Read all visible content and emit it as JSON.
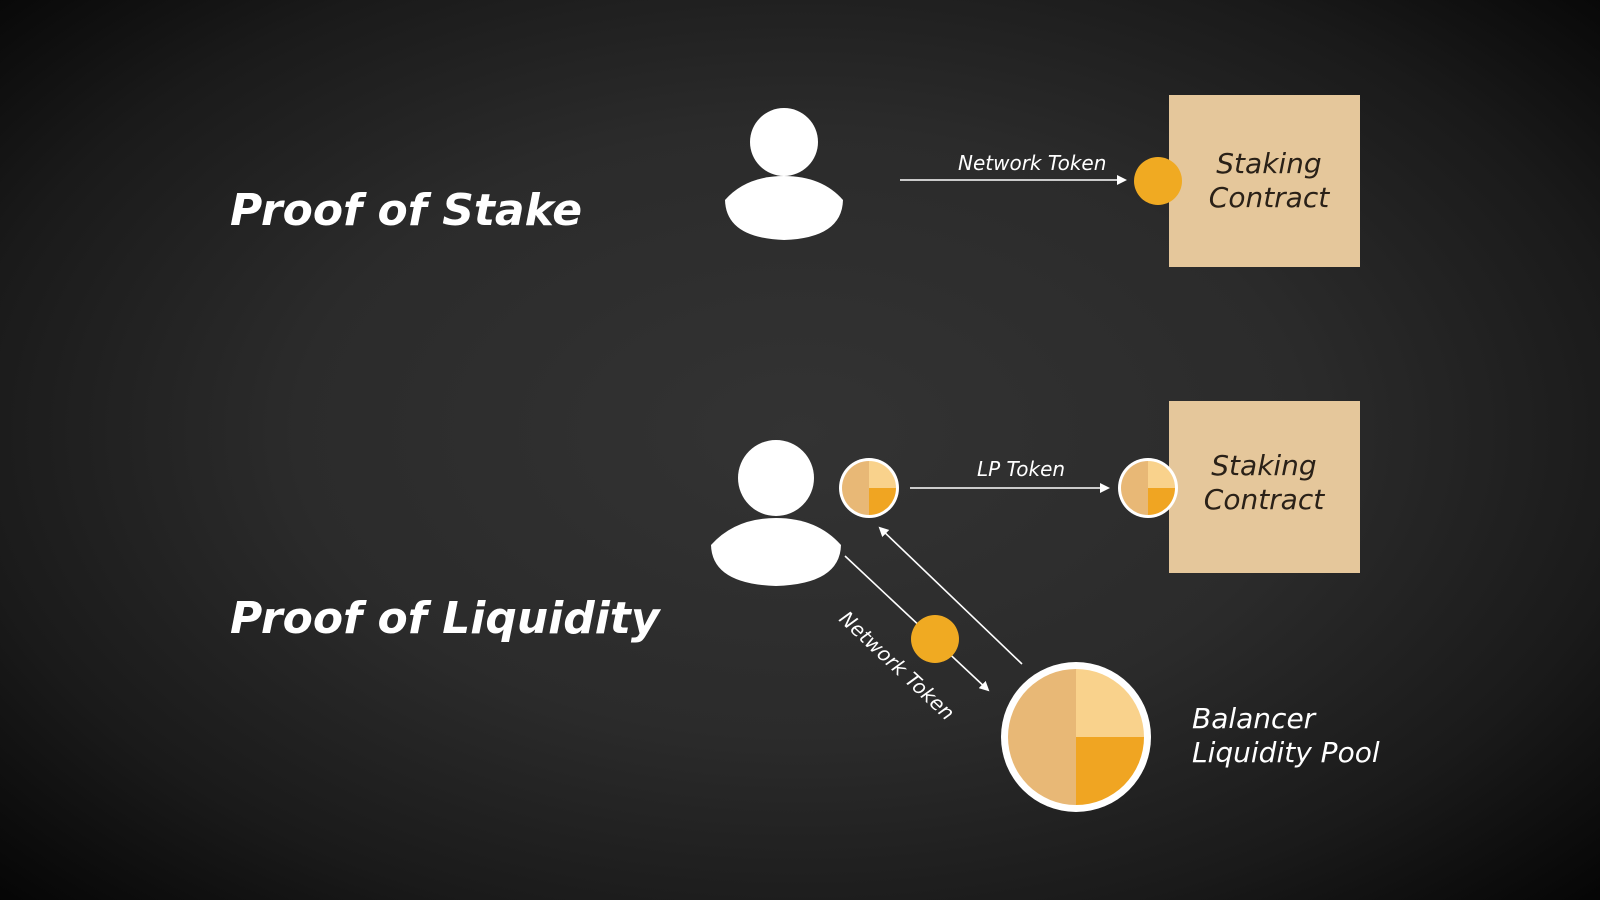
{
  "sections": {
    "stake": {
      "title": "Proof of Stake",
      "arrow_label": "Network Token",
      "contract": [
        "Staking",
        "Contract"
      ]
    },
    "liquidity": {
      "title": "Proof of Liquidity",
      "lp_label": "LP Token",
      "network_label": "Network Token",
      "contract": [
        "Staking",
        "Contract"
      ],
      "pool": [
        "Balancer",
        "Liquidity Pool"
      ]
    }
  },
  "colors": {
    "token": "#f0aa22",
    "contract": "#e5c79b",
    "pool_light": "#e8b876",
    "pool_pale": "#f9d28c",
    "pool_dark": "#f0a522"
  }
}
